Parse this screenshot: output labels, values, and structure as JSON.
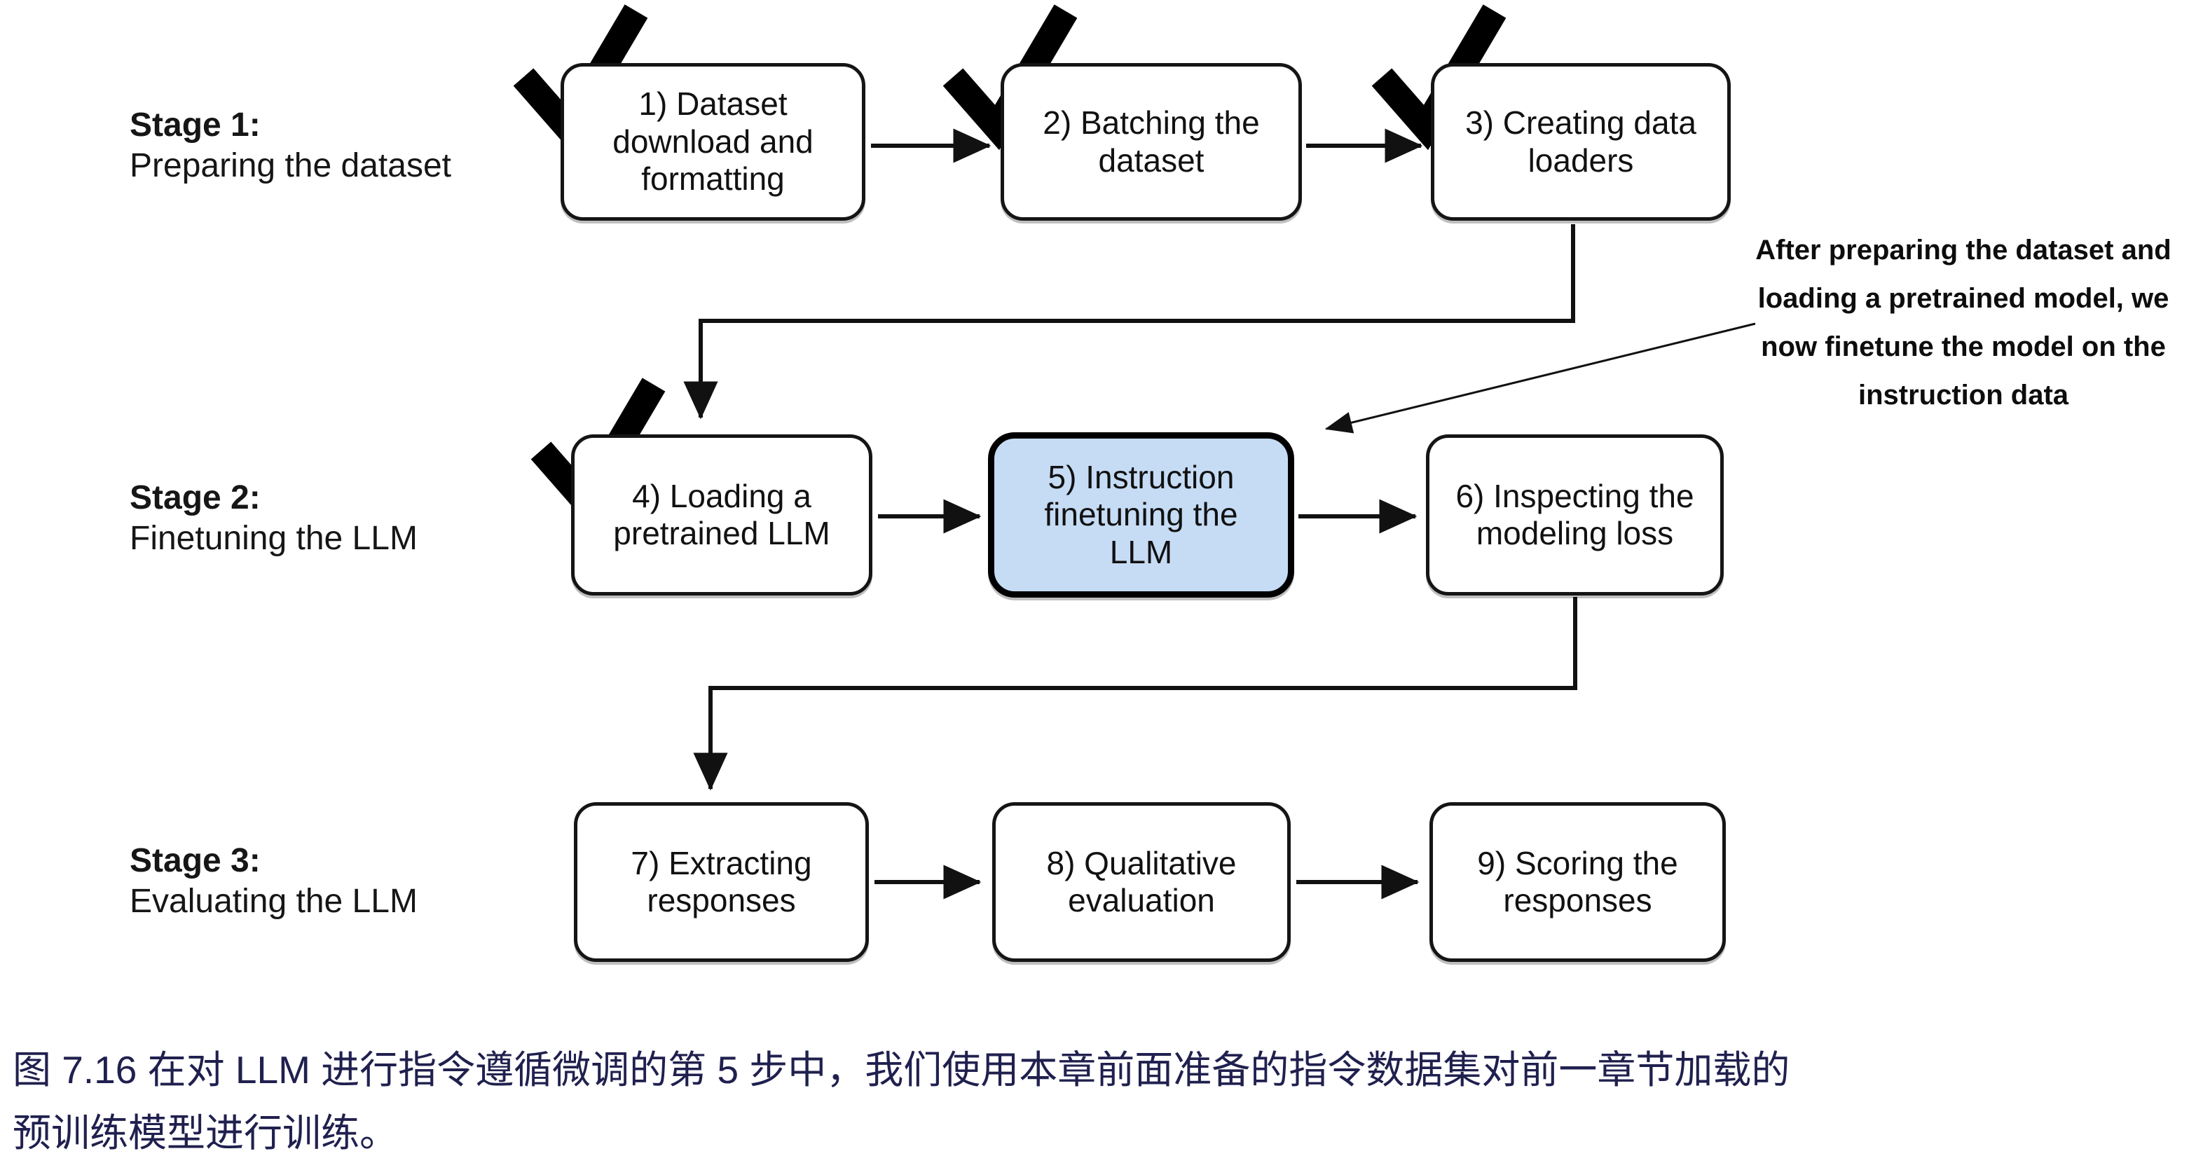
{
  "diagram": {
    "stages": [
      {
        "title": "Stage 1:",
        "subtitle": "Preparing the dataset"
      },
      {
        "title": "Stage 2:",
        "subtitle": "Finetuning the LLM"
      },
      {
        "title": "Stage 3:",
        "subtitle": "Evaluating the LLM"
      }
    ],
    "boxes": [
      {
        "label": "1) Dataset download and formatting",
        "checked": true,
        "highlighted": false
      },
      {
        "label": "2) Batching the dataset",
        "checked": true,
        "highlighted": false
      },
      {
        "label": "3) Creating data loaders",
        "checked": true,
        "highlighted": false
      },
      {
        "label": "4) Loading a pretrained LLM",
        "checked": true,
        "highlighted": false
      },
      {
        "label": "5) Instruction finetuning the LLM",
        "checked": false,
        "highlighted": true
      },
      {
        "label": "6) Inspecting the modeling loss",
        "checked": false,
        "highlighted": false
      },
      {
        "label": "7) Extracting responses",
        "checked": false,
        "highlighted": false
      },
      {
        "label": "8) Qualitative evaluation",
        "checked": false,
        "highlighted": false
      },
      {
        "label": "9) Scoring the responses",
        "checked": false,
        "highlighted": false
      }
    ],
    "annotation": {
      "lines": [
        "After preparing the dataset and",
        "loading a pretrained model, we",
        "now finetune the model on the",
        "instruction data"
      ]
    },
    "colors": {
      "highlight_fill": "#c6dcf5",
      "box_border": "#151515",
      "connector": "#111111",
      "caption_text": "#20204f"
    }
  },
  "caption": {
    "line1": "图 7.16 在对 LLM 进行指令遵循微调的第 5 步中，我们使用本章前面准备的指令数据集对前一章节加载的",
    "line2": "预训练模型进行训练。"
  }
}
